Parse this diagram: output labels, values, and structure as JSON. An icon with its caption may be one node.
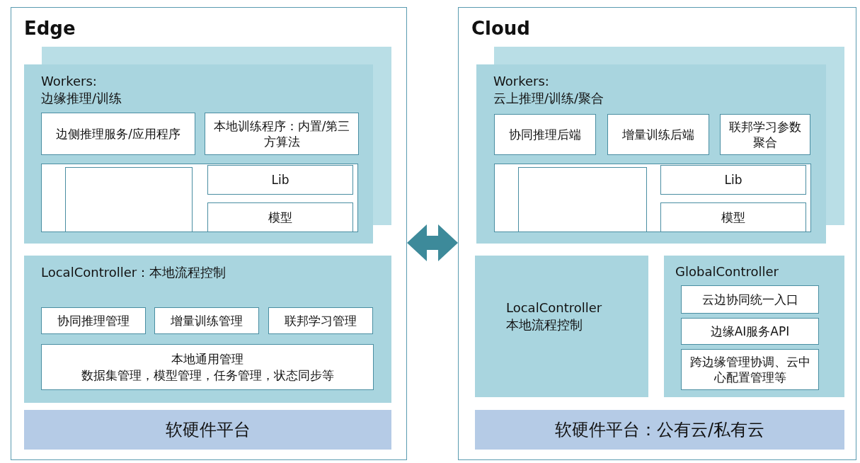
{
  "diagram": {
    "nodes": [
      {
        "text": [
          "Edge"
        ]
      },
      {
        "text": [
          "Workers: 边缘推理/训练"
        ],
        "in": 0
      },
      {
        "text": [
          "边侧推理服务/应用程序"
        ],
        "in": 1
      },
      {
        "text": [
          "本地训练程序：内置/第三方算法"
        ],
        "in": 1
      },
      {
        "text": [],
        "shape": "box",
        "in": 1
      },
      {
        "text": [],
        "shape": "box",
        "in": 4
      },
      {
        "text": [
          "Lib"
        ],
        "in": 4
      },
      {
        "text": [
          "模型"
        ],
        "in": 4
      },
      {
        "text": [
          "LocalController：本地流程控制"
        ],
        "in": 0
      },
      {
        "text": [
          "协同推理管理"
        ],
        "in": 8
      },
      {
        "text": [
          "增量训练管理"
        ],
        "in": 8
      },
      {
        "text": [
          "联邦学习管理"
        ],
        "in": 8
      },
      {
        "text": [
          "本地通用管理",
          "数据集管理，模型管理，任务管理，状态同步等"
        ],
        "in": 8
      },
      {
        "text": [
          "软硬件平台"
        ],
        "in": 0
      },
      {
        "text": [
          "Cloud"
        ]
      },
      {
        "text": [
          "Workers: 云上推理/训练/聚合"
        ],
        "in": 14
      },
      {
        "text": [
          "协同推理后端"
        ],
        "in": 15
      },
      {
        "text": [
          "增量训练后端"
        ],
        "in": 15
      },
      {
        "text": [
          "联邦学习参数聚合"
        ],
        "in": 15
      },
      {
        "text": [],
        "shape": "box",
        "in": 15
      },
      {
        "text": [],
        "shape": "box",
        "in": 19
      },
      {
        "text": [
          "Lib"
        ],
        "in": 19
      },
      {
        "text": [
          "模型"
        ],
        "in": 19
      },
      {
        "text": [
          "LocalController 本地流程控制"
        ],
        "in": 14
      },
      {
        "text": [
          "GlobalController"
        ],
        "in": 14
      },
      {
        "text": [
          "云边协同统一入口"
        ],
        "in": 24
      },
      {
        "text": [
          "边缘AI服务API"
        ],
        "in": 24
      },
      {
        "text": [
          "跨边缘管理协调、云中心配置管理等"
        ],
        "in": 24
      },
      {
        "text": [
          "软硬件平台：公有云/私有云"
        ],
        "in": 14
      }
    ],
    "edges": [
      {
        "from": 0,
        "to": 14,
        "arrow": "both"
      }
    ]
  }
}
